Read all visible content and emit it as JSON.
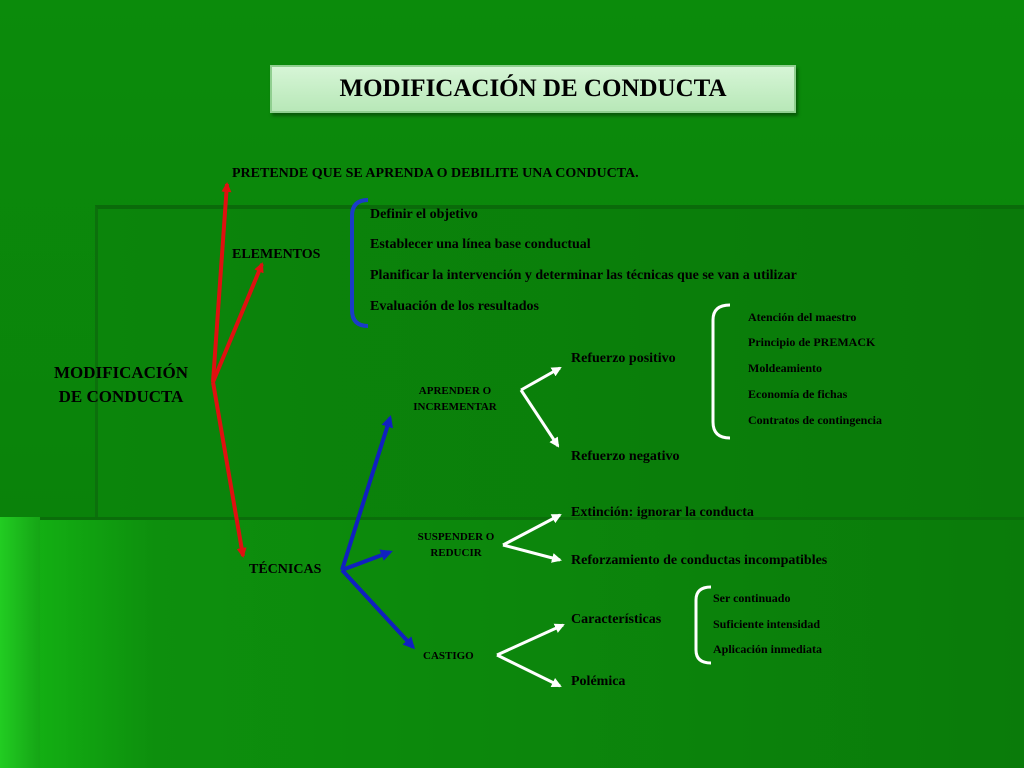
{
  "title": "MODIFICACIÓN DE CONDUCTA",
  "root": {
    "line1": "MODIFICACIÓN",
    "line2": "DE CONDUCTA"
  },
  "pretende": "PRETENDE QUE SE APRENDA O DEBILITE UNA CONDUCTA.",
  "elementos": {
    "label": "ELEMENTOS",
    "items": [
      "Definir el objetivo",
      "Establecer una línea base conductual",
      "Planificar la intervención y determinar las técnicas que se van a utilizar",
      "Evaluación de los resultados"
    ]
  },
  "tecnicas": {
    "label": "TÉCNICAS",
    "aprender": {
      "line1": "APRENDER O",
      "line2": "INCREMENTAR",
      "positivo": "Refuerzo positivo",
      "positivo_items": [
        "Atención del maestro",
        "Principio de PREMACK",
        "Moldeamiento",
        "Economía de fichas",
        "Contratos de contingencia"
      ],
      "negativo": "Refuerzo negativo"
    },
    "suspender": {
      "line1": "SUSPENDER O",
      "line2": "REDUCIR",
      "extincion": "Extinción: ignorar la conducta",
      "reforzamiento": "Reforzamiento de conductas incompatibles"
    },
    "castigo": {
      "label": "CASTIGO",
      "caracteristicas": "Características",
      "caracteristicas_items": [
        "Ser continuado",
        "Suficiente intensidad",
        "Aplicación inmediata"
      ],
      "polemica": "Polémica"
    }
  },
  "colors": {
    "red_arrow": "#e01010",
    "blue_arrow": "#1020c0",
    "white_arrow": "#ffffff",
    "blue_brace": "#1a3cc8",
    "white_brace": "#ffffff"
  }
}
